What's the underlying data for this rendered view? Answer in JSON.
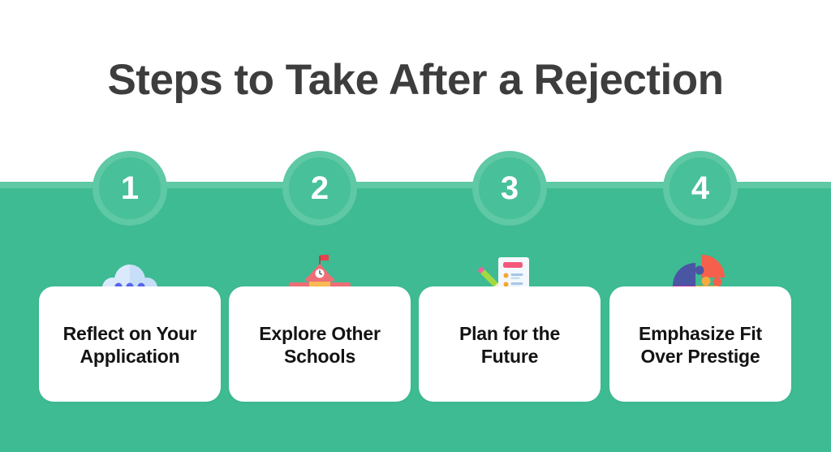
{
  "title": "Steps to Take After a Rejection",
  "colors": {
    "background": "#FFFFFF",
    "green": "#3EBB92",
    "light_green": "#5FC8A4",
    "circle_fill": "#48C099",
    "title_text": "#3D3D3D",
    "card_bg": "#FFFFFF",
    "card_text": "#131313"
  },
  "steps": [
    {
      "number": "1",
      "icon": "thought-cloud-icon",
      "label_lines": [
        "Reflect on Your",
        "Application"
      ]
    },
    {
      "number": "2",
      "icon": "school-icon",
      "label_lines": [
        "Explore Other",
        "Schools"
      ]
    },
    {
      "number": "3",
      "icon": "checklist-icon",
      "label_lines": [
        "Plan for the",
        "Future"
      ]
    },
    {
      "number": "4",
      "icon": "puzzle-icon",
      "label_lines": [
        "Emphasize Fit",
        "Over Prestige"
      ]
    }
  ]
}
